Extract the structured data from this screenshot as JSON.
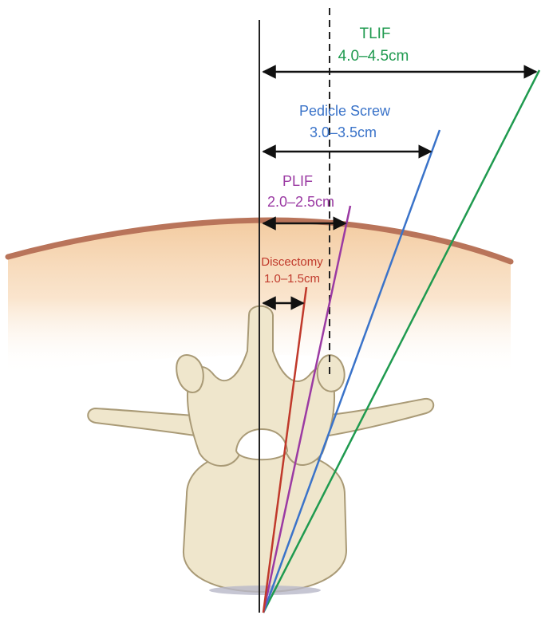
{
  "labels": {
    "tlif": {
      "name": "TLIF",
      "range": "4.0–4.5cm",
      "color": "#1f9a4f"
    },
    "pedicle_screw": {
      "name": "Pedicle Screw",
      "range": "3.0–3.5cm",
      "color": "#3a73c9"
    },
    "plif": {
      "name": "PLIF",
      "range": "2.0–2.5cm",
      "color": "#9b3aa3"
    },
    "discectomy": {
      "name": "Discectomy",
      "range": "1.0–1.5cm",
      "color": "#c0392b"
    }
  },
  "colors": {
    "bone": "#efe6cc",
    "bone_outline": "#a99a76",
    "skin": "#b9745a",
    "tissue": "#f6d3a9",
    "midline": "#222222",
    "arrow": "#111111"
  }
}
